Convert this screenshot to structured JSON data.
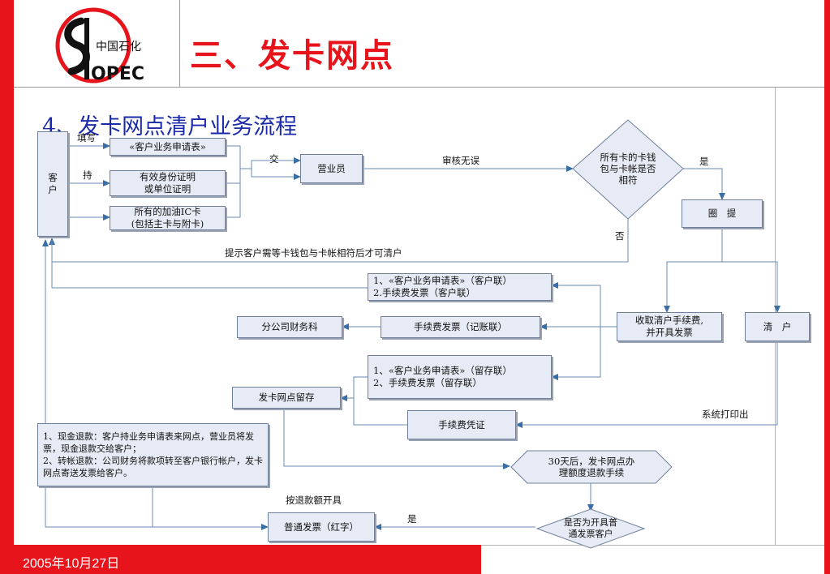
{
  "header": {
    "title": "三、发卡网点",
    "logo_text": "SINOPEC 中国石化"
  },
  "subtitle": "4、发卡网点清户业务流程",
  "footer": {
    "date": "2005年10月27日"
  },
  "flow": {
    "nodes": {
      "customer": "客\n户",
      "app_form": "«客户业务申请表»",
      "id_doc": "有效身份证明\n或单位证明",
      "ic_cards": "所有的加油IC卡\n(包括主卡与附卡)",
      "clerk": "营业员",
      "check_match": "所有卡的卡钱\n包与卡帐是否\n相符",
      "circle_withdraw": "圈　提",
      "customer_copy": "1、«客户业务申请表»（客户联）\n2.手续费发票（客户联）",
      "collect_fee": "收取清户手续费,\n并开具发票",
      "clear_account": "清　户",
      "finance": "分公司财务科",
      "fee_invoice_booking": "手续费发票（记账联）",
      "retain_copy": "1、«客户业务申请表»（留存联）\n2、手续费发票（留存联）",
      "outlet_retain": "发卡网点留存",
      "fee_voucher": "手续费凭证",
      "refund_notes": "1、现金退款：客户持业务申请表来网点，营业员将发票，现金退款交给客户；\n2、转帐退款：公司财务将款项转至客户银行帐户，发卡网点寄送发票给客户。",
      "refund_30days": "30天后，发卡网点办\n理额度退款手续",
      "ordinary_invoice": "普通发票（红字）",
      "need_invoice": "是否为开具普\n通发票客户"
    },
    "labels": {
      "fill": "填写",
      "hold": "持",
      "submit": "交",
      "approved": "审核无误",
      "yes_match": "是",
      "no_match": "否",
      "prompt": "提示客户需等卡钱包与卡帐相符后才可清户",
      "system_print": "系统打印出",
      "issue_by_refund": "按退款额开具",
      "yes_invoice": "是"
    }
  }
}
